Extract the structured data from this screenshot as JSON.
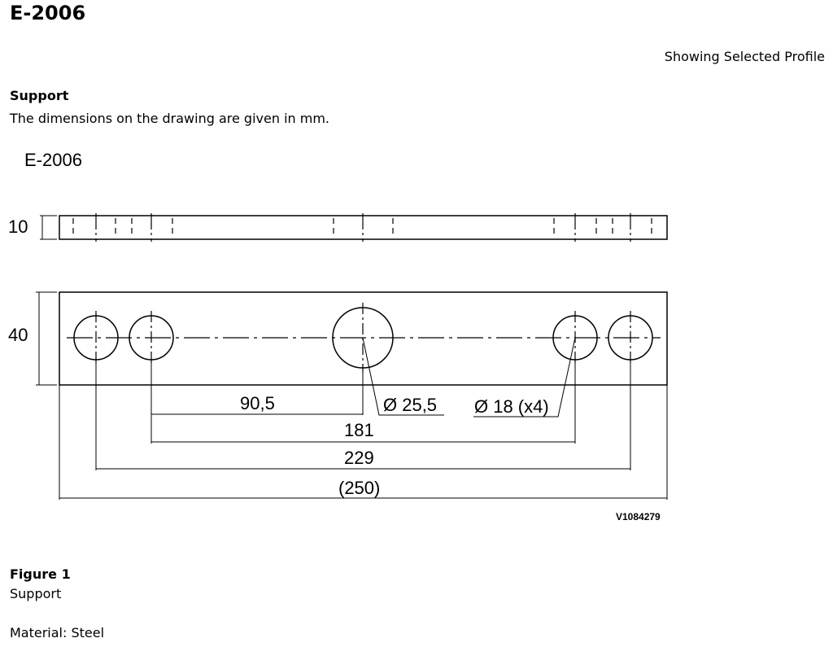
{
  "document": {
    "title": "E-2006",
    "profile_note": "Showing Selected Profile",
    "section_heading": "Support",
    "section_text": "The dimensions on the drawing are given in mm.",
    "figure_label": "Figure 1",
    "figure_caption": "Support",
    "material": "Material: Steel"
  },
  "drawing": {
    "title": "E-2006",
    "thickness_label": "10",
    "height_label": "40",
    "dim_90_5": "90,5",
    "dim_181": "181",
    "dim_229": "229",
    "dim_250": "(250)",
    "large_hole_label": "Ø 25,5",
    "small_hole_label": "Ø 18 (x4)",
    "reference_code": "V1084279"
  }
}
